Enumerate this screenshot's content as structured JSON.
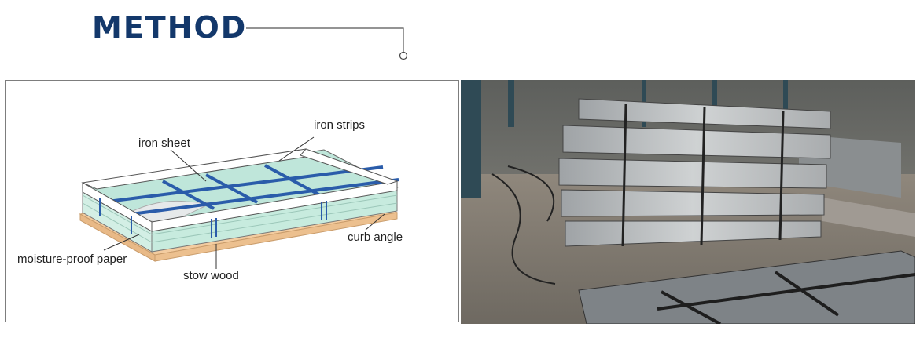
{
  "heading": {
    "title": "METHOD"
  },
  "diagram": {
    "labels": {
      "iron_strips": "iron strips",
      "iron_sheet": "iron sheet",
      "curb_angle": "curb angle",
      "moisture_proof_paper": "moisture-proof paper",
      "stow_wood": "stow wood"
    }
  },
  "colors": {
    "heading": "#13386b",
    "sheet": "#bfe6da",
    "strip": "#2a5caa",
    "wood": "#f1c89a"
  }
}
